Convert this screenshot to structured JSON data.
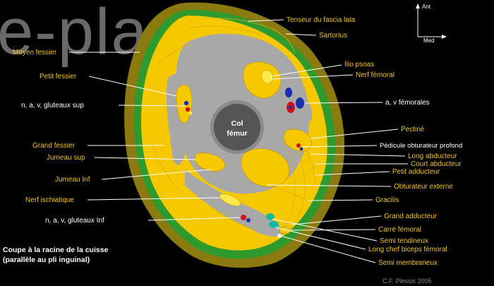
{
  "watermark": "e-plastic",
  "orientation": {
    "anterior": "Ant",
    "medial": "Med"
  },
  "bone": {
    "line1": "Col",
    "line2": "fémur"
  },
  "caption": {
    "line1": "Coupe à la racine de la cuisse",
    "line2": "(parallèle au pli inguinal)"
  },
  "credit": "C.F. Plessis 2005",
  "labels": {
    "tenseur": "Tenseur du fascia lata",
    "sartorius": "Sartorius",
    "moyen_fessier": "Moyen fessier",
    "ilio_psoas": "Ilio psoas",
    "nerf_femoral": "Nerf fémoral",
    "petit_fessier": "Petit fessier",
    "av_femorales": "a, v fémorales",
    "gluteaux_sup": "n, a, v, gluteaux sup",
    "pectine": "Pectiné",
    "pedicule": "Pédicule obturateur profond",
    "grand_fessier": "Grand fessier",
    "long_abducteur": "Long abducteur",
    "court_abducteur": "Court abducteur",
    "jumeau_sup": "Jumeau sup",
    "petit_adducteur": "Petit adducteur",
    "jumeau_inf": "Jumeau Inf",
    "obturateur_externe": "Obturateur externe",
    "nerf_ischiatique": "Nerf ischiatique",
    "gracilis": "Gracilis",
    "grand_adducteur": "Grand adducteur",
    "gluteaux_inf": "n, a, v, gluteaux Inf",
    "carre_femoral": "Carré fémoral",
    "semi_tendineux": "Semi tendineux",
    "long_chef_biceps": "Long chef biceps fémoral",
    "semi_membraneux": "Semi membraneux"
  },
  "colors": {
    "background": "#000000",
    "fat": "#8b7a10",
    "fascia": "#2e9a2e",
    "muscle": "#f5c800",
    "septum": "#a8a8a8",
    "bone": "#555555",
    "artery": "#d0101a",
    "vein": "#1a2fb0",
    "nerve": "#ffe84a",
    "label_yellow": "#f2c51a",
    "label_white": "#ffffff",
    "ischial_tendon": "#14b8a0"
  }
}
